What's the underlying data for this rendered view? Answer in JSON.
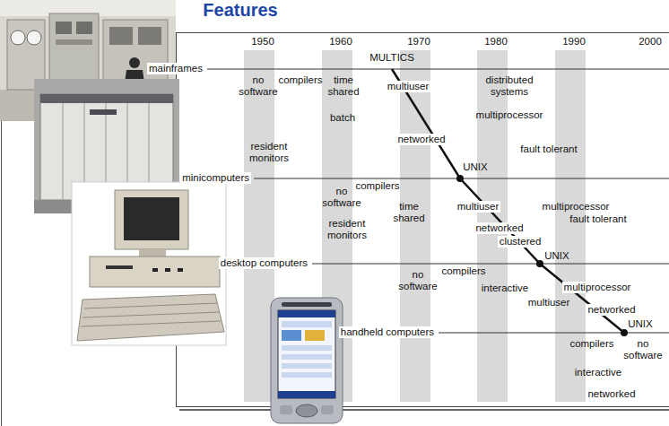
{
  "diagram": {
    "title": "Features",
    "labels": [
      "1950",
      "1960",
      "1970",
      "1980",
      "1990",
      "2000",
      "MULTICS",
      "mainframes",
      "no software",
      "compilers",
      "time shared",
      "multiuser",
      "distributed systems",
      "batch",
      "multiprocessor",
      "resident monitors",
      "networked",
      "fault tolerant",
      "UNIX",
      "minicomputers",
      "no software",
      "compilers",
      "time shared",
      "multiuser",
      "multiprocessor",
      "fault tolerant",
      "resident monitors",
      "networked",
      "clustered",
      "UNIX",
      "desktop computers",
      "no software",
      "compilers",
      "interactive",
      "multiprocessor",
      "multiuser",
      "networked",
      "UNIX",
      "handheld computers",
      "compilers",
      "no software",
      "interactive",
      "networked"
    ]
  }
}
